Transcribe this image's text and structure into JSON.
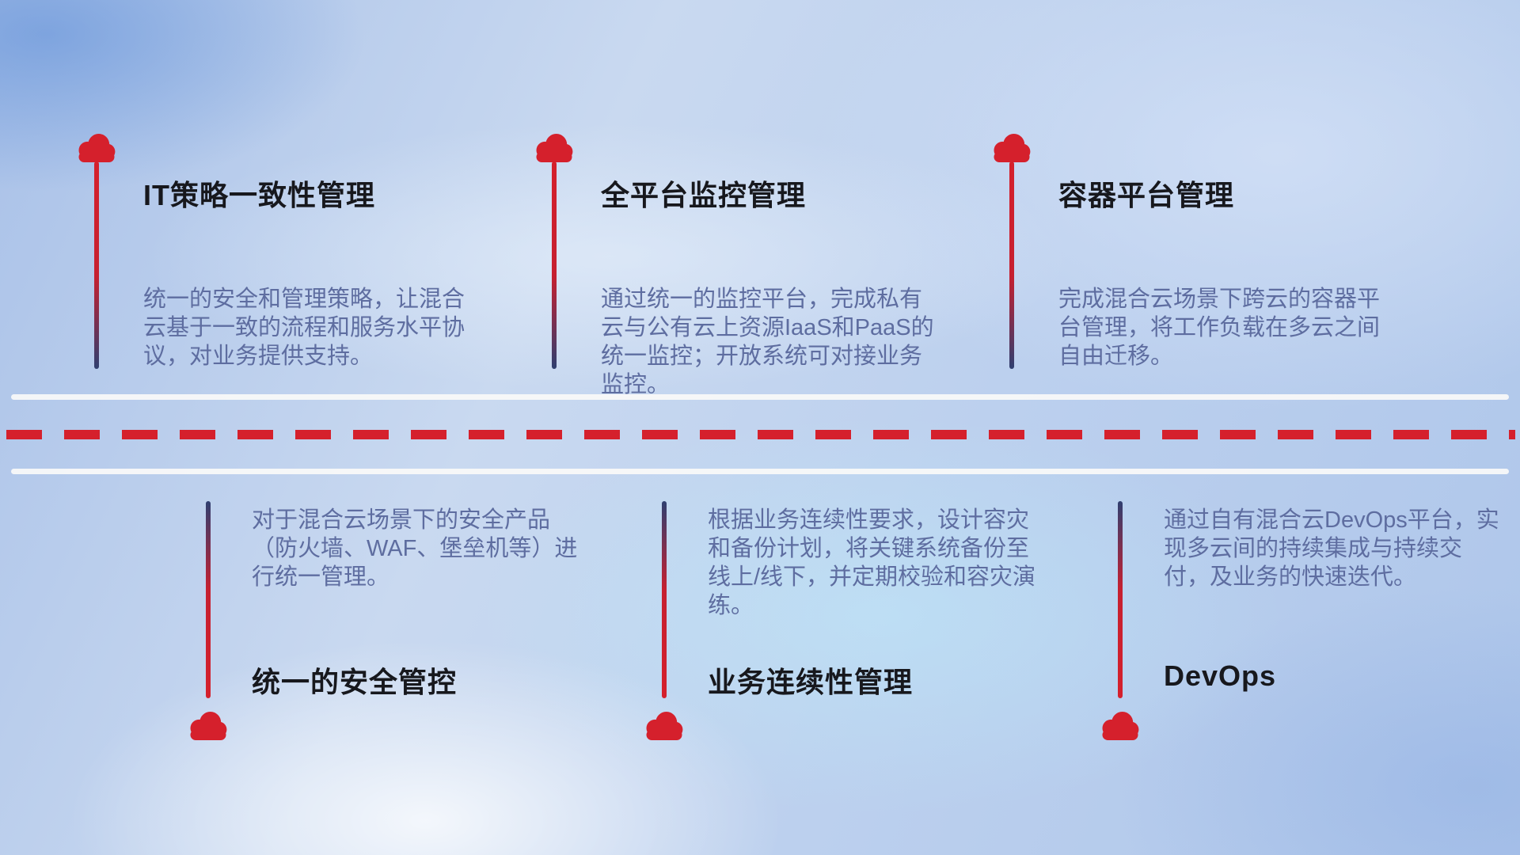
{
  "colors": {
    "cloud_red": "#d5202c",
    "line_navy": "#2f3f70",
    "title_text": "#17181d",
    "desc_text": "#5e6da0",
    "road_white": "#fafaf8",
    "background_blue": "#bcd0ee"
  },
  "top_items": [
    {
      "title": "IT策略一致性管理",
      "desc": "统一的安全和管理策略，让混合云基于一致的流程和服务水平协议，对业务提供支持。"
    },
    {
      "title": "全平台监控管理",
      "desc": "通过统一的监控平台，完成私有云与公有云上资源IaaS和PaaS的统一监控；开放系统可对接业务监控。"
    },
    {
      "title": "容器平台管理",
      "desc": "完成混合云场景下跨云的容器平台管理，将工作负载在多云之间自由迁移。"
    }
  ],
  "bottom_items": [
    {
      "title": "统一的安全管控",
      "desc": "对于混合云场景下的安全产品（防火墙、WAF、堡垒机等）进行统一管理。"
    },
    {
      "title": "业务连续性管理",
      "desc": "根据业务连续性要求，设计容灾和备份计划，将关键系统备份至线上/线下，并定期校验和容灾演练。"
    },
    {
      "title": "DevOps",
      "desc": "通过自有混合云DevOps平台，实现多云间的持续集成与持续交付，及业务的快速迭代。"
    }
  ]
}
